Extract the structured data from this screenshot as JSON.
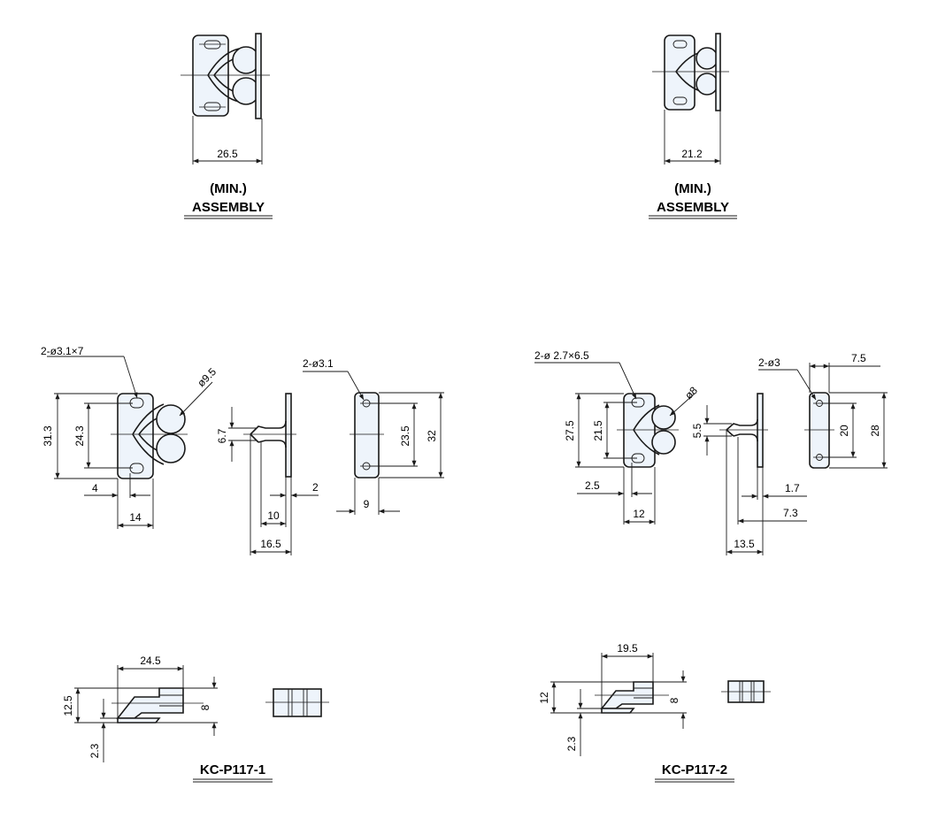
{
  "assembly_1": {
    "min": "(MIN.)",
    "label": "ASSEMBLY",
    "width": "26.5"
  },
  "assembly_2": {
    "min": "(MIN.)",
    "label": "ASSEMBLY",
    "width": "21.2"
  },
  "part_1": {
    "slot_callout": "2-ø3.1×7",
    "roller_dia": "ø9.5",
    "height_total": "31.3",
    "height_inner": "24.3",
    "offset": "4",
    "width": "14",
    "tip": "6.7",
    "thickness": "2",
    "depth": "10",
    "depth_total": "16.5",
    "hole_callout": "2-ø3.1",
    "hole_pitch": "23.5",
    "strike_height": "32",
    "strike_width": "9"
  },
  "part_2": {
    "slot_callout": "2-ø 2.7×6.5",
    "roller_dia": "ø8",
    "height_total": "27.5",
    "height_inner": "21.5",
    "offset": "2.5",
    "width": "12",
    "tip": "5.5",
    "thickness": "1.7",
    "depth": "7.3",
    "depth_total": "13.5",
    "hole_callout": "2-ø3",
    "strike_width": "7.5",
    "hole_pitch": "20",
    "strike_height": "28"
  },
  "bottom_1": {
    "width": "24.5",
    "height": "12.5",
    "thick": "8",
    "base": "2.3",
    "model": "KC-P117-1"
  },
  "bottom_2": {
    "width": "19.5",
    "height": "12",
    "thick": "8",
    "base": "2.3",
    "model": "KC-P117-2"
  }
}
